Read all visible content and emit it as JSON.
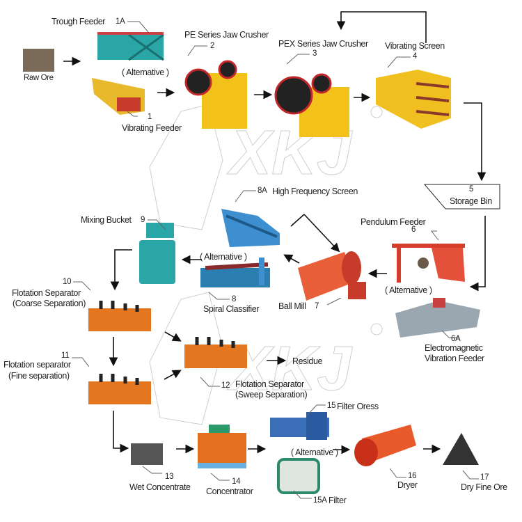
{
  "steps": {
    "raw_ore": {
      "label": "Raw Ore"
    },
    "trough_feeder": {
      "label": "Trough Feeder",
      "num": "1A"
    },
    "alt1": "( Alternative )",
    "vibrating_feeder": {
      "label": "Vibrating Feeder",
      "num": "1"
    },
    "pe_crusher": {
      "label": "PE Series Jaw Crusher",
      "num": "2"
    },
    "pex_crusher": {
      "label": "PEX Series Jaw Crusher",
      "num": "3"
    },
    "vibrating_screen": {
      "label": "Vibrating Screen",
      "num": "4"
    },
    "storage_bin": {
      "label": "Storage Bin",
      "num": "5"
    },
    "pendulum_feeder": {
      "label": "Pendulum Feeder",
      "num": "6"
    },
    "alt6": "( Alternative )",
    "em_feeder": {
      "label1": "Electromagnetic",
      "label2": "Vibration Feeder",
      "num": "6A"
    },
    "ball_mill": {
      "label": "Ball Mill",
      "num": "7"
    },
    "hf_screen": {
      "label": "High Frequency Screen",
      "num": "8A"
    },
    "alt8": "( Alternative )",
    "spiral_classifier": {
      "label": "Spiral Classifier",
      "num": "8"
    },
    "mixing_bucket": {
      "label": "Mixing Bucket",
      "num": "9"
    },
    "flot_coarse": {
      "label1": "Flotation Separator",
      "label2": "(Coarse Separation)",
      "num": "10"
    },
    "flot_fine": {
      "label1": "Flotation separator",
      "label2": "(Fine separation)",
      "num": "11"
    },
    "flot_sweep": {
      "label1": "Flotation Separator",
      "label2": "(Sweep Separation)",
      "num": "12"
    },
    "residue": {
      "label": "Residue"
    },
    "wet_concentrate": {
      "label": "Wet Concentrate",
      "num": "13"
    },
    "concentrator": {
      "label": "Concentrator",
      "num": "14"
    },
    "filter_press": {
      "label": "Filter Oress",
      "num": "15"
    },
    "alt15": "( Alternative )",
    "filter": {
      "label": "Filter",
      "num": "15A"
    },
    "dryer": {
      "label": "Dryer",
      "num": "16"
    },
    "dry_fine_ore": {
      "label": "Dry Fine Ore",
      "num": "17"
    }
  },
  "watermark": {
    "text": "XKJ",
    "registered": "®"
  },
  "colors": {
    "yellow": "#f2c21a",
    "teal": "#2aa6a6",
    "orange": "#e4761f",
    "red": "#e0452a",
    "blue": "#3d8fd0",
    "arrow": "#111111"
  }
}
